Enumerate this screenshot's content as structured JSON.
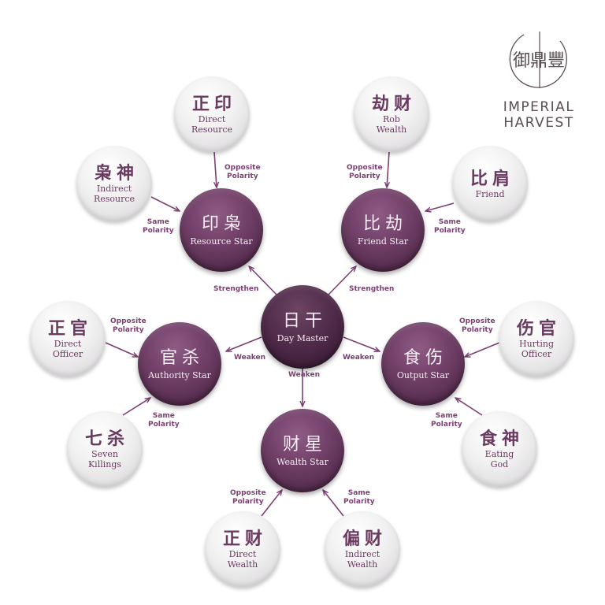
{
  "brand": {
    "logo_glyphs": "御鼎豐",
    "name_line1": "IMPERIAL",
    "name_line2": "HARVEST"
  },
  "colors": {
    "accent": "#7b3f72",
    "primary_circle": "#6f3e66",
    "center_circle": "#3a1c36",
    "secondary_circle": "#eeeeee",
    "secondary_text": "#6b3a61"
  },
  "center": {
    "cn": "日干",
    "en": "Day Master"
  },
  "stars": {
    "resource": {
      "cn": "印枭",
      "en": "Resource Star"
    },
    "friend": {
      "cn": "比劫",
      "en": "Friend Star"
    },
    "authority": {
      "cn": "官杀",
      "en": "Authority Star"
    },
    "output": {
      "cn": "食伤",
      "en": "Output Star"
    },
    "wealth": {
      "cn": "财星",
      "en": "Wealth Star"
    }
  },
  "sub": {
    "direct_resource": {
      "cn": "正印",
      "en1": "Direct",
      "en2": "Resource"
    },
    "indirect_resource": {
      "cn": "枭神",
      "en1": "Indirect",
      "en2": "Resource"
    },
    "rob_wealth": {
      "cn": "劫财",
      "en1": "Rob",
      "en2": "Wealth"
    },
    "friend": {
      "cn": "比肩",
      "en1": "Friend",
      "en2": ""
    },
    "direct_officer": {
      "cn": "正官",
      "en1": "Direct",
      "en2": "Officer"
    },
    "seven_killings": {
      "cn": "七杀",
      "en1": "Seven",
      "en2": "Killings"
    },
    "hurting_officer": {
      "cn": "伤官",
      "en1": "Hurting",
      "en2": "Officer"
    },
    "eating_god": {
      "cn": "食神",
      "en1": "Eating",
      "en2": "God"
    },
    "direct_wealth": {
      "cn": "正财",
      "en1": "Direct",
      "en2": "Wealth"
    },
    "indirect_wealth": {
      "cn": "偏财",
      "en1": "Indirect",
      "en2": "Wealth"
    }
  },
  "relations": {
    "strengthen": "Strengthen",
    "weaken": "Weaken",
    "opposite_l1": "Opposite",
    "polarity": "Polarity",
    "same_l1": "Same"
  }
}
